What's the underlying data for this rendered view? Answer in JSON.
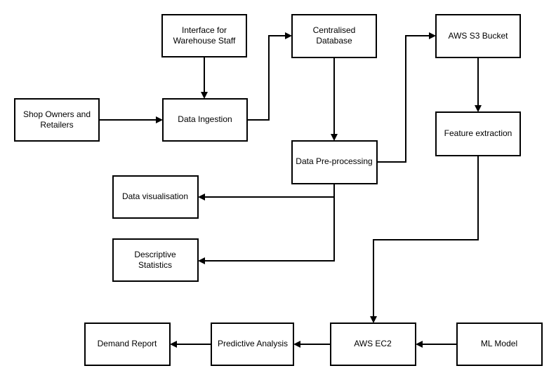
{
  "diagram": {
    "nodes": {
      "warehouse_interface": {
        "line1": "Interface for",
        "line2": "Warehouse Staff"
      },
      "centralised_database": {
        "line1": "Centralised",
        "line2": "Database"
      },
      "aws_s3_bucket": {
        "label": "AWS S3 Bucket"
      },
      "shop_owners": {
        "line1": "Shop Owners and",
        "line2": "Retailers"
      },
      "data_ingestion": {
        "label": "Data Ingestion"
      },
      "feature_extraction": {
        "label": "Feature extraction"
      },
      "data_preprocessing": {
        "label": "Data Pre-processing"
      },
      "data_visualisation": {
        "label": "Data visualisation"
      },
      "descriptive_statistics": {
        "line1": "Descriptive",
        "line2": "Statistics"
      },
      "demand_report": {
        "label": "Demand Report"
      },
      "predictive_analysis": {
        "label": "Predictive Analysis"
      },
      "aws_ec2": {
        "label": "AWS EC2"
      },
      "ml_model": {
        "label": "ML Model"
      }
    },
    "edges": [
      {
        "from": "warehouse_interface",
        "to": "data_ingestion"
      },
      {
        "from": "shop_owners",
        "to": "data_ingestion"
      },
      {
        "from": "data_ingestion",
        "to": "centralised_database"
      },
      {
        "from": "centralised_database",
        "to": "data_preprocessing"
      },
      {
        "from": "data_preprocessing",
        "to": "aws_s3_bucket"
      },
      {
        "from": "aws_s3_bucket",
        "to": "feature_extraction"
      },
      {
        "from": "data_preprocessing",
        "to": "data_visualisation"
      },
      {
        "from": "data_preprocessing",
        "to": "descriptive_statistics"
      },
      {
        "from": "feature_extraction",
        "to": "aws_ec2"
      },
      {
        "from": "ml_model",
        "to": "aws_ec2"
      },
      {
        "from": "aws_ec2",
        "to": "predictive_analysis"
      },
      {
        "from": "predictive_analysis",
        "to": "demand_report"
      }
    ]
  }
}
